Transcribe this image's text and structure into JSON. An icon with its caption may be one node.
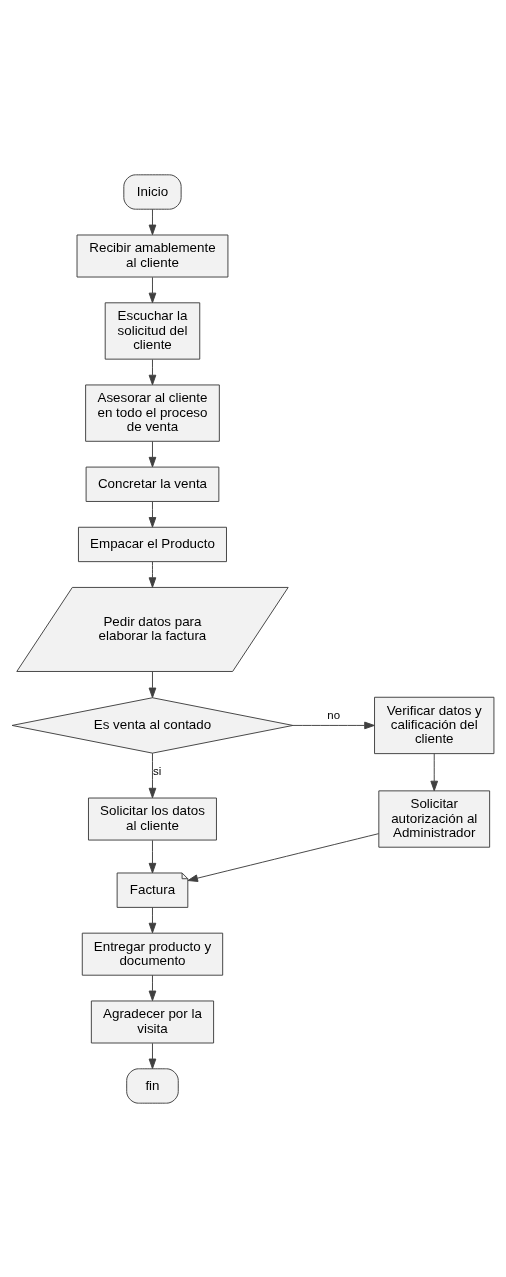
{
  "diagram": {
    "nodes": [
      {
        "text": [
          "Inicio"
        ]
      },
      {
        "text": [
          "Recibir amablemente al cliente"
        ]
      },
      {
        "text": [
          "Escuchar la solicitud del cliente"
        ]
      },
      {
        "text": [
          "Asesorar al cliente en todo el proceso de venta"
        ]
      },
      {
        "text": [
          "Concretar la venta"
        ]
      },
      {
        "text": [
          "Empacar el Producto"
        ]
      },
      {
        "text": [
          "Pedir datos para elaborar la factura"
        ]
      },
      {
        "text": [
          "Es venta al contado"
        ]
      },
      {
        "text": [
          "Verificar datos y calificación del cliente"
        ]
      },
      {
        "text": [
          "Solicitar autorización al Administrador"
        ]
      },
      {
        "text": [
          "Solicitar los datos al cliente"
        ]
      },
      {
        "text": [
          "Factura"
        ]
      },
      {
        "text": [
          "Entregar producto y documento"
        ]
      },
      {
        "text": [
          "Agradecer por la visita"
        ]
      },
      {
        "text": [
          "fin"
        ]
      }
    ],
    "edges": [
      {
        "from": 0,
        "to": 1,
        "arrow": "to"
      },
      {
        "from": 1,
        "to": 2,
        "arrow": "to"
      },
      {
        "from": 2,
        "to": 3,
        "arrow": "to"
      },
      {
        "from": 3,
        "to": 4,
        "arrow": "to"
      },
      {
        "from": 4,
        "to": 5,
        "arrow": "to"
      },
      {
        "from": 5,
        "to": 6,
        "arrow": "to"
      },
      {
        "from": 6,
        "to": 7,
        "arrow": "to"
      },
      {
        "from": 7,
        "to": 8,
        "arrow": "to",
        "label": "no"
      },
      {
        "from": 8,
        "to": 9,
        "arrow": "to"
      },
      {
        "from": 7,
        "to": 10,
        "arrow": "to",
        "label": "si"
      },
      {
        "from": 10,
        "to": 11,
        "arrow": "to"
      },
      {
        "from": 9,
        "to": 11,
        "arrow": "to"
      },
      {
        "from": 11,
        "to": 12,
        "arrow": "to"
      },
      {
        "from": 12,
        "to": 13,
        "arrow": "to"
      },
      {
        "from": 13,
        "to": 14,
        "arrow": "to"
      }
    ]
  }
}
